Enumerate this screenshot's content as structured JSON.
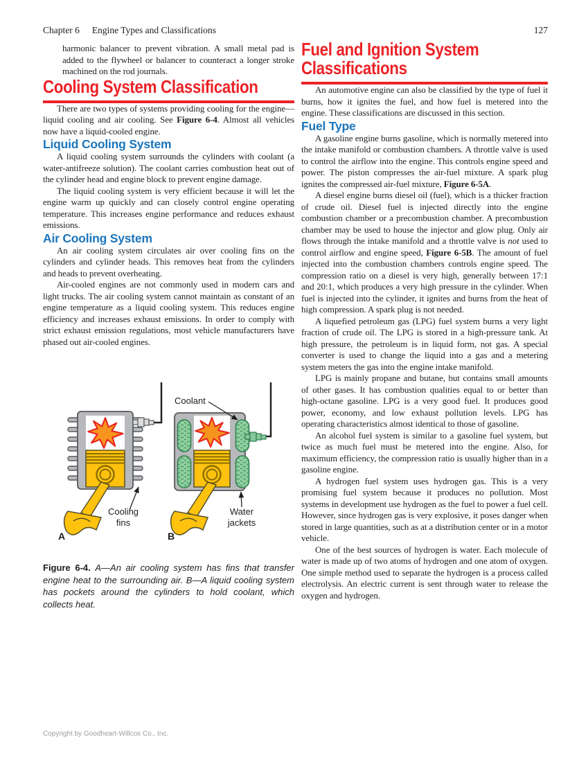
{
  "colors": {
    "heading_red": "#EC2227",
    "subheading_blue": "#1B75BC",
    "engine_gray": "#B7B9BC",
    "piston_yellow": "#FFC20E",
    "flame_orange": "#F7941E",
    "flame_outline": "#E8251F",
    "coolant_green": "#8FCE9F"
  },
  "header": {
    "chapter": "Chapter 6",
    "title": "Engine Types and Classifications",
    "page_number": "127"
  },
  "footer": {
    "copyright": "Copyright by Goodheart-Willcox Co., Inc."
  },
  "left": {
    "continuation": "harmonic balancer to prevent vibration. A small metal pad is added to the flywheel or balancer to counteract a longer stroke machined on the rod journals.",
    "cooling": {
      "heading": "Cooling System Classification",
      "intro": [
        {
          "t": "There are two types of systems providing cooling for the engine—liquid cooling and air cooling. See "
        },
        {
          "t": "Figure 6-4",
          "b": true
        },
        {
          "t": ". Almost all vehicles now have a liquid-cooled engine."
        }
      ],
      "liquid": {
        "heading": "Liquid Cooling System",
        "paragraphs": [
          "A liquid cooling system surrounds the cylinders with coolant (a water-antifreeze solution). The coolant carries combustion heat out of the cylinder head and engine block to prevent engine damage.",
          "The liquid cooling system is very efficient because it will let the engine warm up quickly and can closely control engine operating temperature. This increases engine performance and reduces exhaust emissions."
        ]
      },
      "air": {
        "heading": "Air Cooling System",
        "paragraphs": [
          "An air cooling system circulates air over cooling fins on the cylinders and cylinder heads. This removes heat from the cylinders and heads to prevent overheating.",
          "Air-cooled engines are not commonly used in modern cars and light trucks. The air cooling system cannot maintain as constant of an engine temperature as a liquid cooling system. This reduces engine efficiency and increases exhaust emissions. In order to comply with strict exhaust emission regulations, most vehicle manufacturers have phased out air-cooled engines."
        ]
      }
    },
    "figure": {
      "labels": {
        "coolant": "Coolant",
        "cooling_fins": [
          "Cooling",
          "fins"
        ],
        "water_jackets": [
          "Water",
          "jackets"
        ],
        "panel_a": "A",
        "panel_b": "B"
      },
      "caption": [
        {
          "t": "Figure 6-4. ",
          "b": true
        },
        {
          "t": "A—An air cooling system has fins that transfer engine heat to the surrounding air. B—A liquid cooling system has pockets around the cylinders to hold coolant, which collects heat.",
          "i": true
        }
      ]
    }
  },
  "right": {
    "fuel": {
      "heading": "Fuel and Ignition System Classifications",
      "intro": "An automotive engine can also be classified by the type of fuel it burns, how it ignites the fuel, and how fuel is metered into the engine. These classifications are discussed in this section.",
      "fuel_type": {
        "heading": "Fuel Type",
        "paragraphs": [
          [
            {
              "t": "A gasoline engine burns gasoline, which is normally metered into the intake manifold or combustion chambers. A throttle valve is used to control the airflow into the engine. This controls engine speed and power. The piston compresses the air-fuel mixture. A spark plug ignites the compressed air-fuel mixture, "
            },
            {
              "t": "Figure 6-5A",
              "b": true
            },
            {
              "t": "."
            }
          ],
          [
            {
              "t": "A diesel engine burns diesel oil (fuel), which is a thicker fraction of crude oil. Diesel fuel is injected directly into the engine combustion chamber or a precombustion chamber. A precombustion chamber may be used to house the injector and glow plug. Only air flows through the intake manifold and a throttle valve is "
            },
            {
              "t": "not",
              "i": true
            },
            {
              "t": " used to control airflow and engine speed, "
            },
            {
              "t": "Figure 6-5B",
              "b": true
            },
            {
              "t": ". The amount of fuel injected into the combustion chambers controls engine speed. The compression ratio on a diesel is very high, generally between 17:1 and 20:1, which produces a very high pressure in the cylinder. When fuel is injected into the cylinder, it ignites and burns from the heat of high compression. A spark plug is not needed."
            }
          ],
          "A liquefied petroleum gas (LPG) fuel system burns a very light fraction of crude oil. The LPG is stored in a high-pressure tank. At high pressure, the petroleum is in liquid form, not gas. A special converter is used to change the liquid into a gas and a metering system meters the gas into the engine intake manifold.",
          "LPG is mainly propane and butane, but contains small amounts of other gases. It has combustion qualities equal to or better than high-octane gasoline. LPG is a very good fuel. It produces good power, economy, and low exhaust pollution levels. LPG has operating characteristics almost identical to those of gasoline.",
          "An alcohol fuel system is similar to a gasoline fuel system, but twice as much fuel must be metered into the engine. Also, for maximum efficiency, the compression ratio is usually higher than in a gasoline engine.",
          "A hydrogen fuel system uses hydrogen gas. This is a very promising fuel system because it produces no pollution. Most systems in development use hydrogen as the fuel to power a fuel cell. However, since hydrogen gas is very explosive, it poses danger when stored in large quantities, such as at a distribution center or in a motor vehicle.",
          "One of the best sources of hydrogen is water. Each molecule of water is made up of two atoms of hydrogen and one atom of oxygen. One simple method used to separate the hydrogen is a process called electrolysis. An electric current is sent through water to release the oxygen and hydrogen."
        ]
      }
    }
  }
}
